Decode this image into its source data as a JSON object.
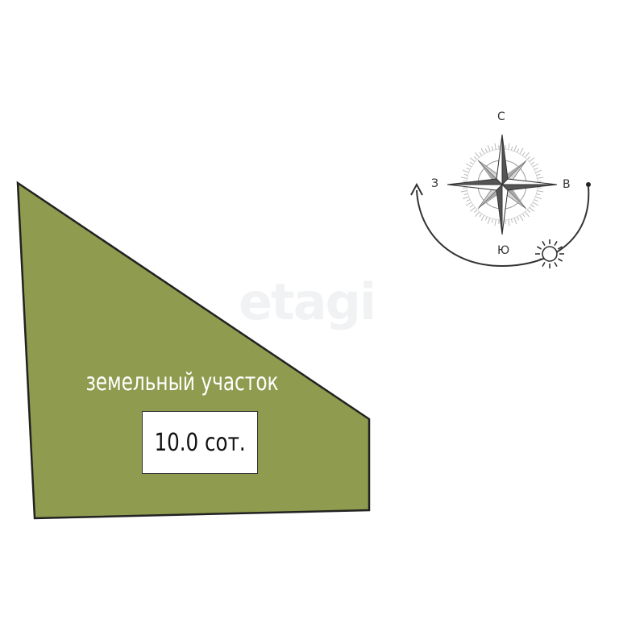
{
  "plot": {
    "label": "земельный участок",
    "area": "10.0 сот.",
    "fill_color": "#8f9b4e",
    "outline_color": "#222222"
  },
  "compass": {
    "north": "С",
    "south": "Ю",
    "west": "З",
    "east": "В",
    "icons": [
      "compass-rose-icon",
      "sun-icon",
      "sun-path-arrow-icon"
    ]
  },
  "watermark": {
    "text": "etagi"
  }
}
